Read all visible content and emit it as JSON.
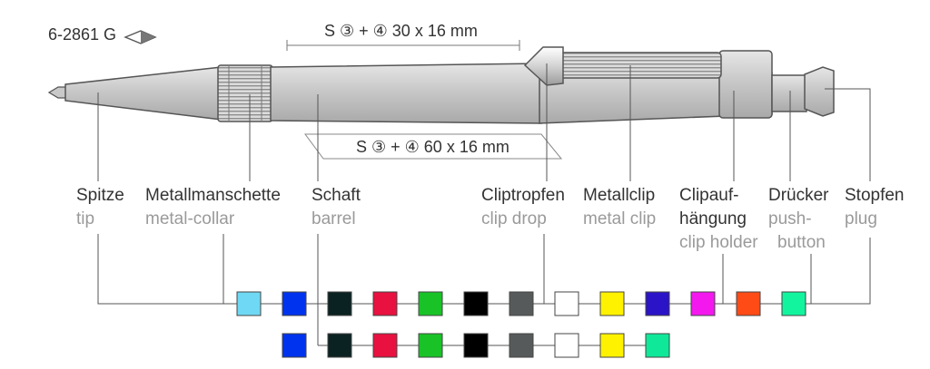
{
  "product_code": "6-2861 G",
  "print_areas": {
    "clip": "S ③ + ④ 30 x 16 mm",
    "barrel": "S ③ + ④ 60 x 16 mm"
  },
  "parts": [
    {
      "de": "Spitze",
      "en": "tip"
    },
    {
      "de": "Metallmanschette",
      "en": "metal-collar"
    },
    {
      "de": "Schaft",
      "en": "barrel"
    },
    {
      "de": "Cliptropfen",
      "en": "clip drop"
    },
    {
      "de": "Metallclip",
      "en": "metal clip"
    },
    {
      "de": "Clipauf-",
      "de2": "hängung",
      "en": "clip holder"
    },
    {
      "de": "Drücker",
      "en": "push-",
      "en2": "button"
    },
    {
      "de": "Stopfen",
      "en": "plug"
    }
  ],
  "colors_row1": [
    "#6fd8f4",
    "#0033ee",
    "#0b2222",
    "#e8113f",
    "#19c327",
    "#000000",
    "#575a5a",
    "#ffffff",
    "#fff200",
    "#2b14c8",
    "#f218ee",
    "#ff4b16",
    "#12f59e"
  ],
  "colors_row2": [
    "#0033ee",
    "#0b2222",
    "#e8113f",
    "#19c327",
    "#000000",
    "#575a5a",
    "#ffffff",
    "#fff200",
    "#10e899"
  ]
}
